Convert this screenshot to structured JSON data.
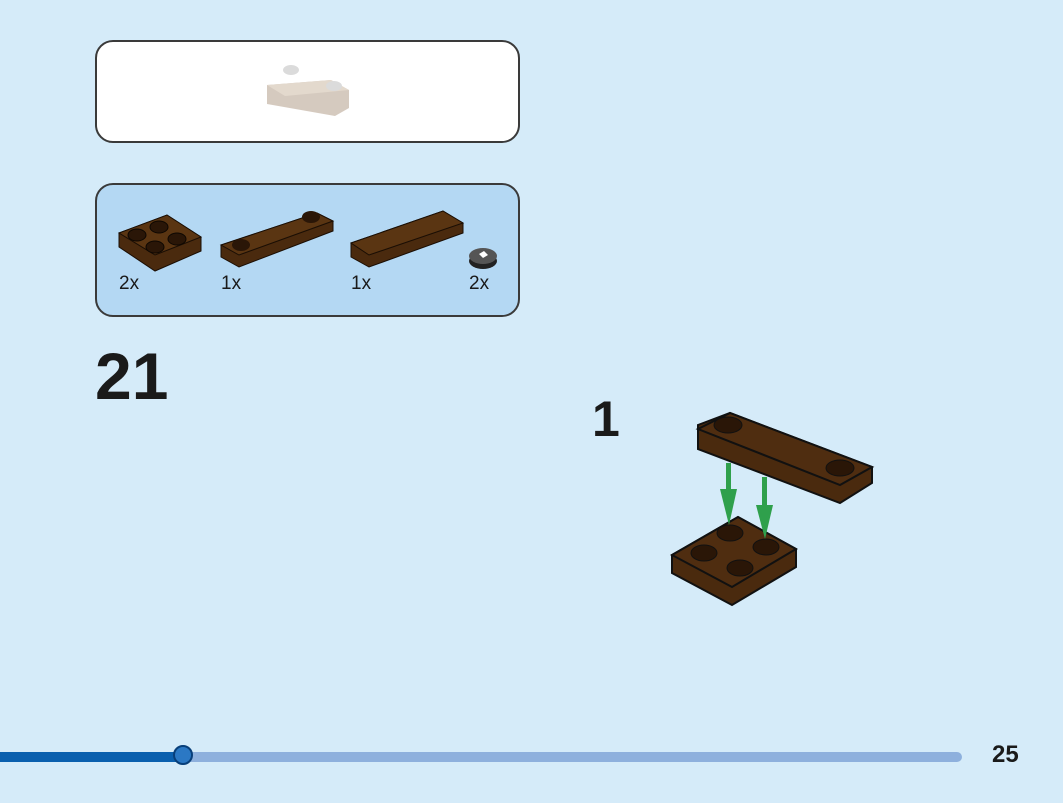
{
  "submodel_callout": {
    "description_icon": "bracket-plate-preview"
  },
  "parts_list": [
    {
      "part": "plate-2x2-brown",
      "qty": "2x"
    },
    {
      "part": "plate-1x4-2studs-brown",
      "qty": "1x"
    },
    {
      "part": "tile-1x4-brown",
      "qty": "1x"
    },
    {
      "part": "round-tile-1x1-black-printed",
      "qty": "2x"
    }
  ],
  "step_number": "21",
  "substep_number": "1",
  "progress": {
    "fraction": 0.19
  },
  "page_number": "25",
  "colors": {
    "background": "#d5ebf9",
    "brown": "#4a2a0e",
    "arrow": "#2fa04c",
    "progress": "#0a5fae"
  }
}
